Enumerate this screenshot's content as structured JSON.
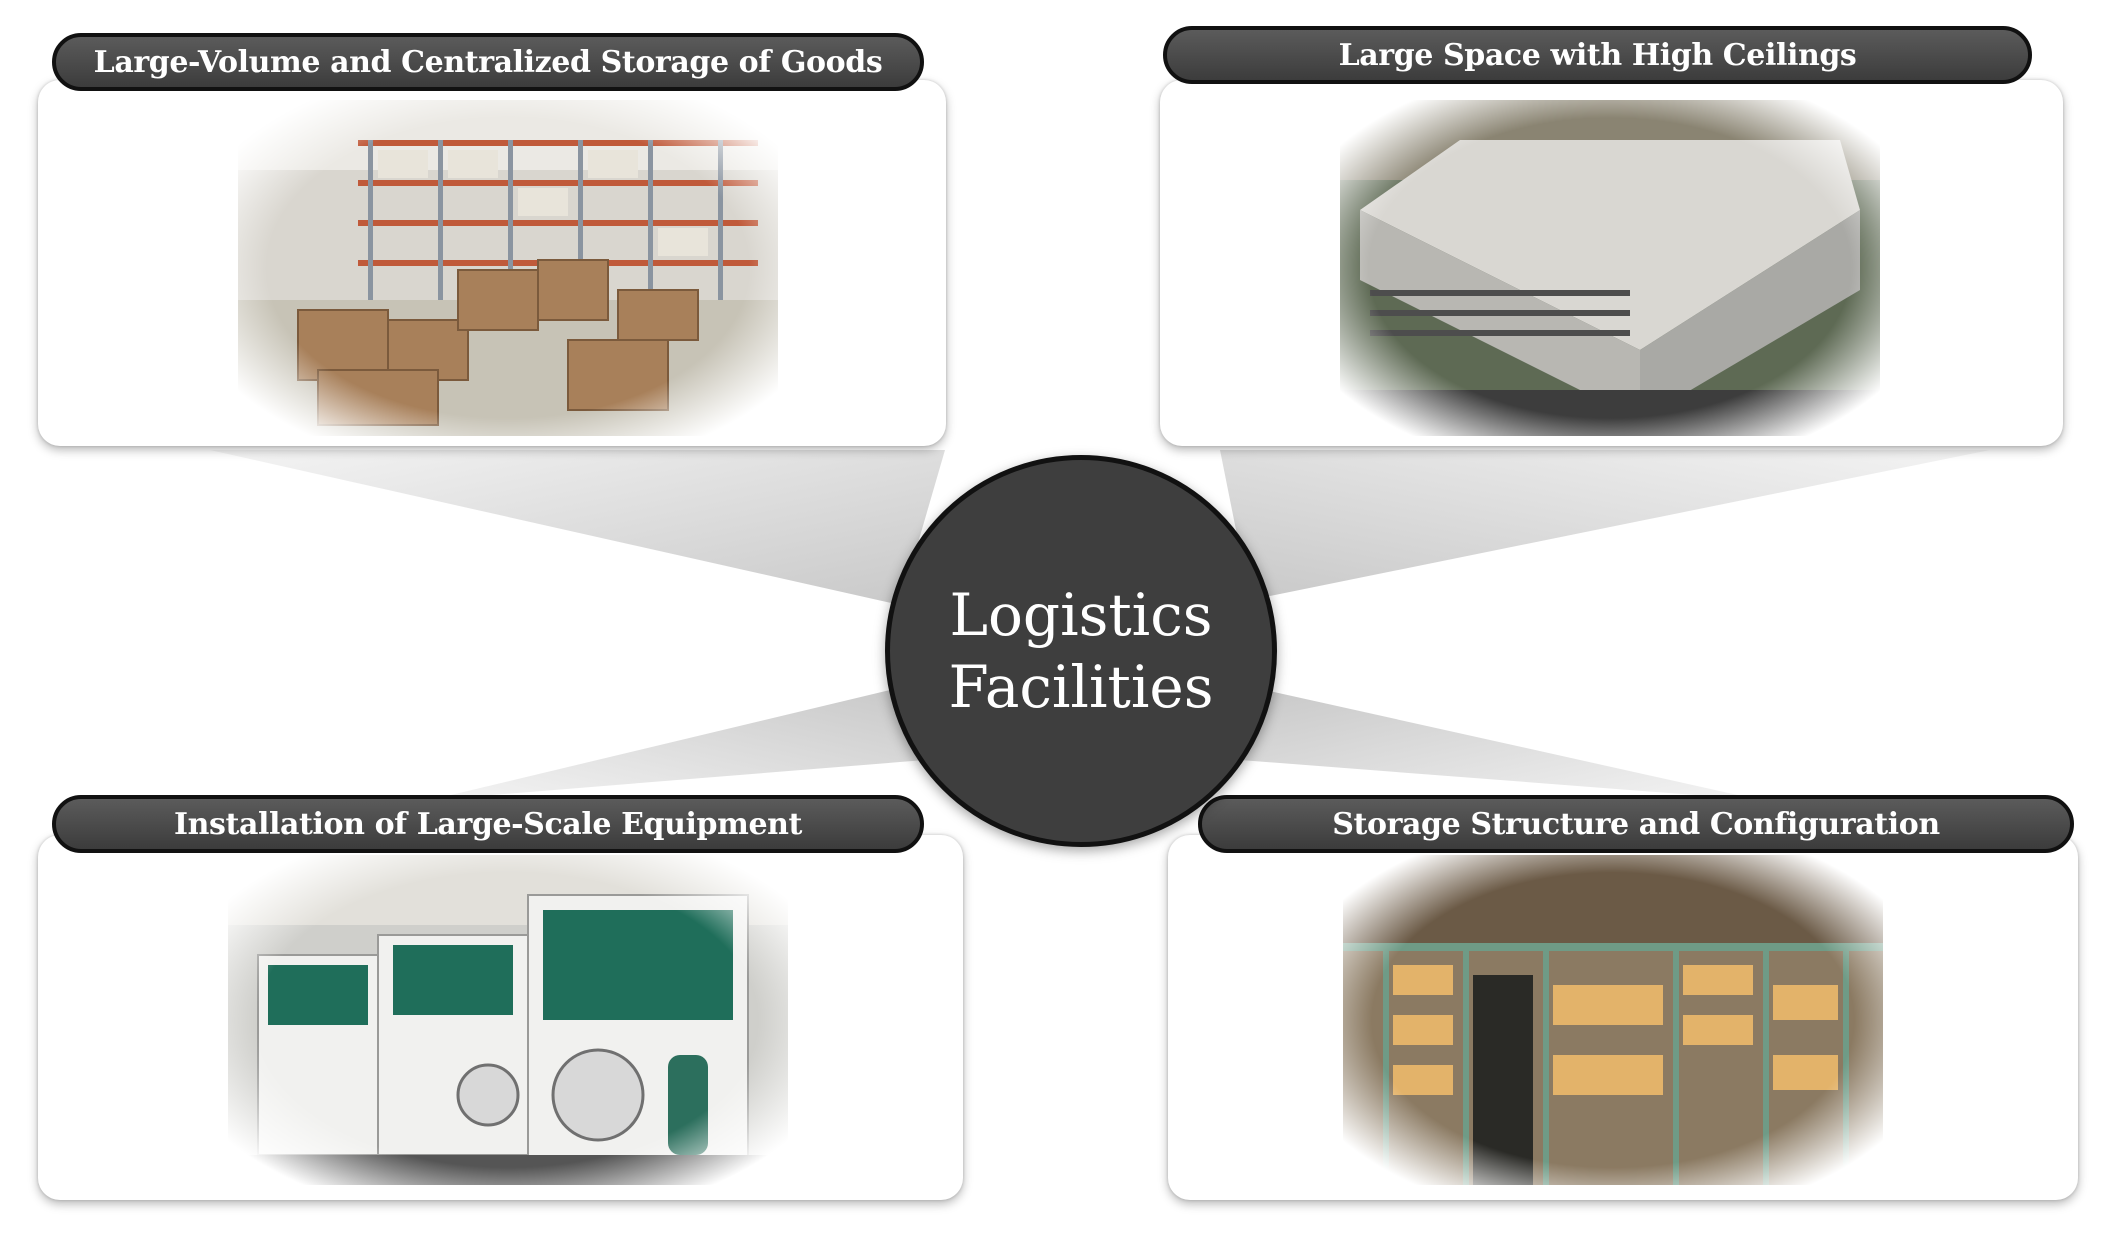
{
  "center": {
    "line1": "Logistics",
    "line2": "Facilities"
  },
  "panels": [
    {
      "title": "Large-Volume and Centralized Storage of Goods",
      "photo": "warehouse-pallets-photo"
    },
    {
      "title": "Large Space with High Ceilings",
      "photo": "aerial-warehouse-photo"
    },
    {
      "title": "Installation of Large-Scale Equipment",
      "photo": "industrial-chillers-photo"
    },
    {
      "title": "Storage Structure and Configuration",
      "photo": "mezzanine-racking-photo"
    }
  ],
  "colors": {
    "pill": "#4a4a4a",
    "circle": "#3e3e3e",
    "outline": "#111111",
    "text": "#ffffff"
  }
}
